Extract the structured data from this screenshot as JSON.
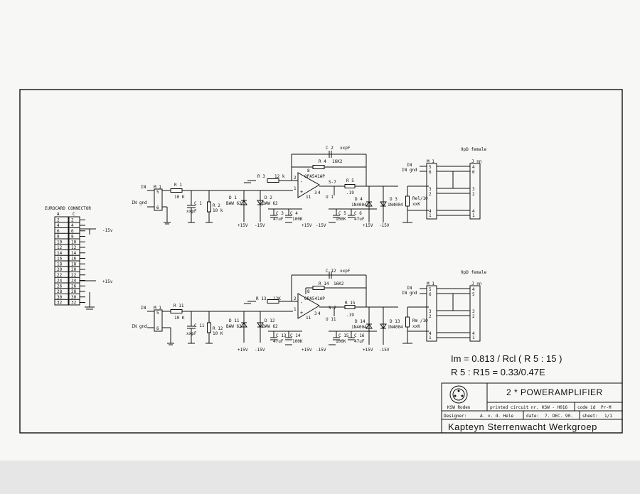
{
  "connector": {
    "title": "EUROCARD CONNECTOR",
    "col_a": "A",
    "col_c": "C",
    "pins": [
      "2",
      "4",
      "6",
      "8",
      "10",
      "12",
      "14",
      "16",
      "18",
      "20",
      "22",
      "24",
      "26",
      "28",
      "30",
      "32"
    ],
    "neg_label": "-15v",
    "pos_label": "+15v"
  },
  "channels": [
    {
      "in": "IN",
      "in_gnd": "IN gnd",
      "m": "M 1",
      "r_in": "R 1",
      "r_in_val": "10 K",
      "c_in": "C 1",
      "c_in_val": "xxpF",
      "r_b": "R 2",
      "r_b_val": "10 k",
      "d_a": "D 1",
      "d_a_val": "BAW 62",
      "d_b": "D 2",
      "d_b_val": "BAW 62",
      "c_a": "C 3",
      "c_a_val": "47uF",
      "c_b": "C 4",
      "c_b_val": "100K",
      "c_c": "C 5",
      "c_c_val": "100K",
      "c_d": "C 6",
      "c_d_val": "47uF",
      "r_f": "R 3",
      "r_f_val": "12 k",
      "r_fb": "R 4",
      "r_fb_val": "16K2",
      "c_fb": "C 2",
      "c_fb_val": "xxpF",
      "opamp": "OPA541AP",
      "opamp_ref": "U 1",
      "r_s": "R 5",
      "r_s_val": ".19",
      "d_c": "D 4",
      "d_c_val": "1N4004",
      "d_d": "D 3",
      "d_d_val": "1N4004",
      "r_l": "Rel/10",
      "r_l_val": "xxK",
      "out_header": "9pD female",
      "out_in": "IN",
      "out_in_gnd": "IN gnd",
      "out_m": "M 1",
      "j": "J nn"
    },
    {
      "in": "IN",
      "in_gnd": "IN gnd",
      "m": "M 1",
      "r_in": "R 11",
      "r_in_val": "10 K",
      "c_in": "C 11",
      "c_in_val": "xxpF",
      "r_b": "R 12",
      "r_b_val": "10 K",
      "d_a": "D 11",
      "d_a_val": "BAW 62",
      "d_b": "D 12",
      "d_b_val": "BAW 62",
      "c_a": "C 13",
      "c_a_val": "47uF",
      "c_b": "C 14",
      "c_b_val": "100K",
      "c_c": "C 15",
      "c_c_val": "100K",
      "c_d": "C 16",
      "c_d_val": "47uF",
      "r_f": "R 13",
      "r_f_val": "12K",
      "r_fb": "R 14",
      "r_fb_val": "16K2",
      "c_fb": "C 12",
      "c_fb_val": "xxpF",
      "opamp": "OPA541AP",
      "opamp_ref": "U 11",
      "r_s": "R 15",
      "r_s_val": ".19",
      "d_c": "D 14",
      "d_c_val": "1N4004",
      "d_d": "D 13",
      "d_d_val": "1N4004",
      "r_l": "Rm /10",
      "r_l_val": "xxK",
      "out_header": "9pD female",
      "out_in": "IN",
      "out_in_gnd": "IN gnd",
      "out_m": "M 1",
      "j": "J nn"
    }
  ],
  "supply": {
    "pos": "+15V",
    "neg": "-15V"
  },
  "pins": {
    "p8": "8",
    "p1": "1",
    "p2": "2",
    "p5": "5",
    "p6": "6",
    "p7": "S-7",
    "p3": "3",
    "p4": "4",
    "p11": "11"
  },
  "formula1": "Im = 0.813 / Rcl ( R 5 : 15 )",
  "formula2": "R 5  : R15 = 0.33/0.47E",
  "titleblock": {
    "title": "2 * POWERAMPLIFIER",
    "logo_caption": "KSW  Roden",
    "pcb_label": "printed circuit nr.",
    "pcb_value": "KSW - H016",
    "code_label": "code id",
    "code_value": "Pr-M",
    "designer_label": "Designer:",
    "designer_value": "A. v. d. Hele",
    "date_label": "date:",
    "date_value": "7. DEC. 90.",
    "sheet_label": "sheet:",
    "sheet_value": "1/1",
    "org": "Kapteyn Sterrenwacht Werkgroep"
  }
}
